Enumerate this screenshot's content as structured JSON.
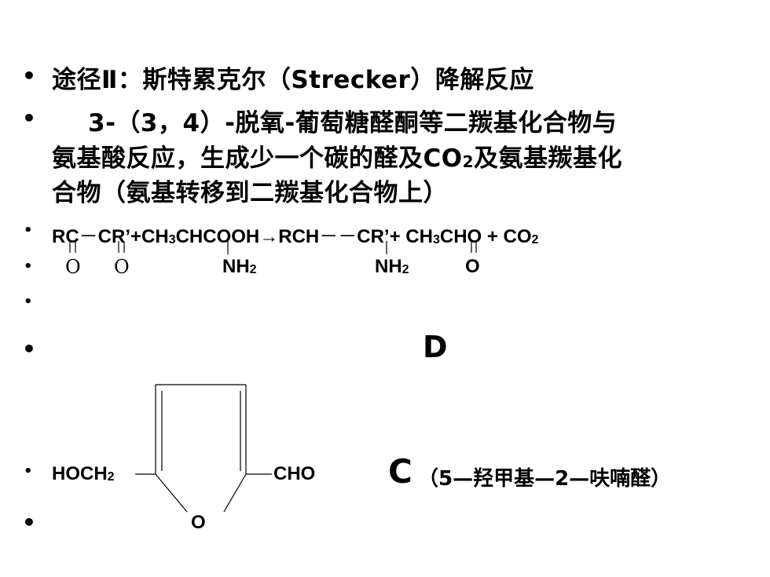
{
  "slide": {
    "bullet_char": "•",
    "line1": "途径Ⅱ：斯特累克尔（Strecker）降解反应",
    "line2a": "3-（3，4）-脱氧-葡萄糖醛酮等二羰基化合物与",
    "line2b": "氨基酸反应，生成少一个碳的醛及CO",
    "line2b_sub": "2",
    "line2b_tail": "及氨基羰基化",
    "line2c": "合物（氨基转移到二羰基化合物上）",
    "equation": {
      "seg1": "RC",
      "dash": "－",
      "seg2": "CR’+CH",
      "sub3a": "3",
      "seg3": "CHCOOH→RCH",
      "dash2": "－－",
      "seg4": "CR’+ CH",
      "sub3b": "3",
      "seg5": "CHO + CO",
      "sub2": "2"
    },
    "eq_second": {
      "o1": "O",
      "o2": "O",
      "nh1": "NH",
      "nh1_sub": "2",
      "nh2": "NH",
      "nh2_sub": "2",
      "o3": "O"
    },
    "letter_d": "D",
    "ring": {
      "left": "HOCH",
      "left_sub": "2",
      "right": "CHO",
      "oxygen": "O"
    },
    "letter_c": "C",
    "c_note": "（5—羟甲基—2—呋喃醛）"
  }
}
